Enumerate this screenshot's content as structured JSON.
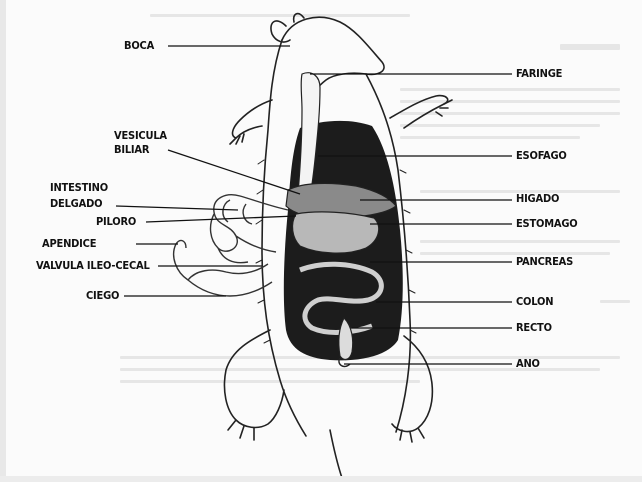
{
  "labels": {
    "boca": "BOCA",
    "vesicula_line1": "VESICULA",
    "vesicula_line2": "BILIAR",
    "intestino_line1": "INTESTINO",
    "intestino_line2": "DELGADO",
    "piloro": "PILORO",
    "apendice": "APENDICE",
    "valvula": "VALVULA ILEO-CECAL",
    "ciego": "CIEGO",
    "faringe": "FARINGE",
    "esofago": "ESOFAGO",
    "higado": "HIGADO",
    "estomago": "ESTOMAGO",
    "pancreas": "PANCREAS",
    "colon": "COLON",
    "recto": "RECTO",
    "ano": "ANO"
  }
}
